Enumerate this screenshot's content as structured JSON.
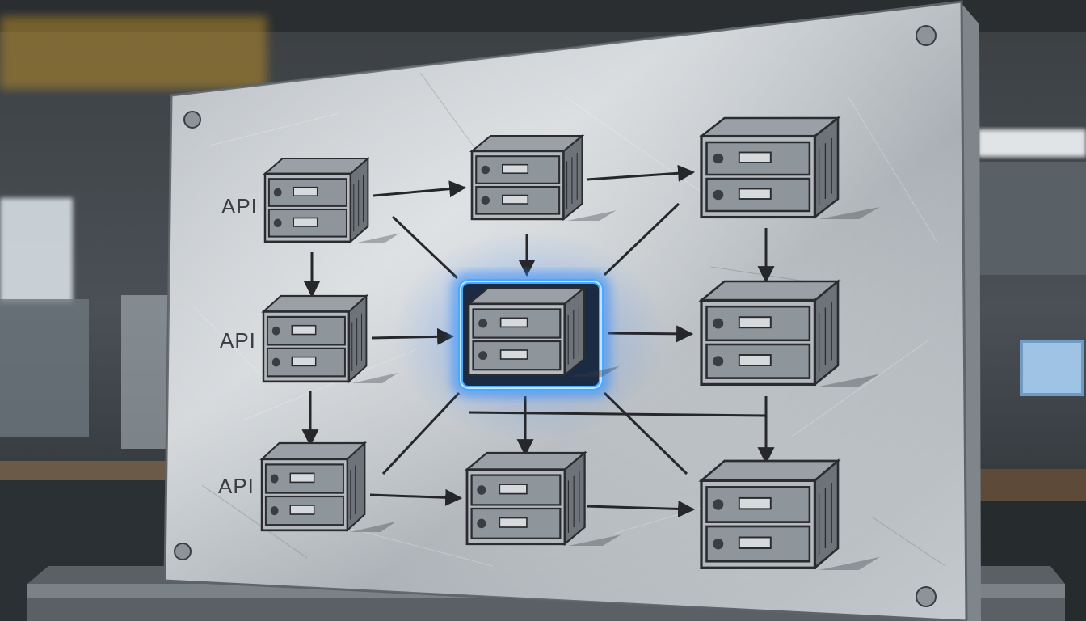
{
  "panel": {
    "labels": [
      "API",
      "API",
      "API"
    ]
  },
  "colors": {
    "glow": "#2f8bff",
    "glow_core": "#8fd0ff",
    "ink": "#2a2c30",
    "metal_light": "#c9ced3",
    "metal_dark": "#8c9399"
  }
}
